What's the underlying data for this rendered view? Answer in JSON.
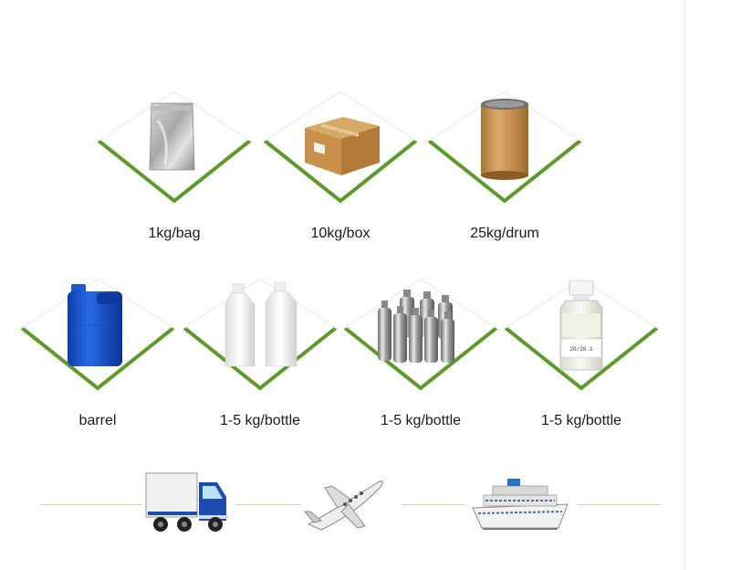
{
  "colors": {
    "accent_green": "#5e9a2a",
    "line_green": "#c9dca2"
  },
  "packaging": {
    "row1": [
      {
        "label": "1kg/bag",
        "icon": "foil-bag-icon"
      },
      {
        "label": "10kg/box",
        "icon": "cardboard-box-icon"
      },
      {
        "label": "25kg/drum",
        "icon": "fiber-drum-icon"
      }
    ],
    "row2": [
      {
        "label": "barrel",
        "icon": "blue-jerrycan-icon"
      },
      {
        "label": "1-5 kg/bottle",
        "icon": "white-plastic-bottles-icon"
      },
      {
        "label": "1-5 kg/bottle",
        "icon": "aluminum-bottles-icon"
      },
      {
        "label": "1-5 kg/bottle",
        "icon": "labeled-bottle-icon"
      }
    ]
  },
  "bottle_label_text": "20/20.1",
  "transport": [
    {
      "icon": "truck-icon"
    },
    {
      "icon": "airplane-icon"
    },
    {
      "icon": "cruise-ship-icon"
    }
  ]
}
